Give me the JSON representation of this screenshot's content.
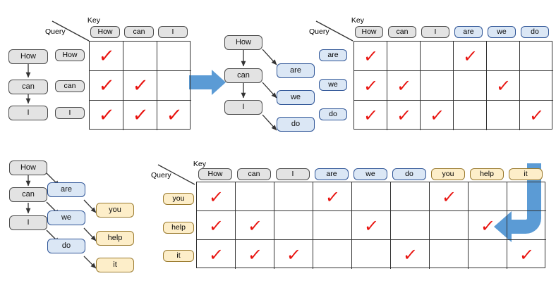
{
  "labels": {
    "key": "Key",
    "query": "Query"
  },
  "tokens": {
    "how": "How",
    "can": "can",
    "i": "I",
    "are": "are",
    "we": "we",
    "do": "do",
    "you": "you",
    "help": "help",
    "it": "it"
  },
  "colors": {
    "gray_fill": "#e3e3e3",
    "gray_border": "#4a4a4a",
    "blue_fill": "#dbe7f5",
    "blue_border": "#2f5597",
    "yellow_fill": "#fdeec9",
    "yellow_border": "#9a7a2e",
    "check": "#e8120e",
    "arrow_blue": "#5b9bd5",
    "grid_line": "#333333"
  },
  "panels": {
    "top_left_diagram": {
      "name": "sequence-diagram-step1",
      "nodes": [
        {
          "label": "How",
          "style": "gray"
        },
        {
          "label": "can",
          "style": "gray"
        },
        {
          "label": "I",
          "style": "gray"
        }
      ],
      "edges": [
        "How->can",
        "can->I"
      ]
    },
    "top_left_matrix": {
      "name": "attention-matrix-step1",
      "columns": [
        {
          "label": "How",
          "style": "gray"
        },
        {
          "label": "can",
          "style": "gray"
        },
        {
          "label": "I",
          "style": "gray"
        }
      ],
      "rows": [
        {
          "label": "How",
          "style": "gray",
          "checks": [
            true,
            false,
            false
          ]
        },
        {
          "label": "can",
          "style": "gray",
          "checks": [
            true,
            true,
            false
          ]
        },
        {
          "label": "I",
          "style": "gray",
          "checks": [
            true,
            true,
            true
          ]
        }
      ]
    },
    "arrow_right": {
      "name": "step-arrow-right",
      "direction": "right",
      "color": "#5b9bd5"
    },
    "top_middle_diagram": {
      "name": "sequence-diagram-step2",
      "nodes": [
        {
          "label": "How",
          "style": "gray"
        },
        {
          "label": "can",
          "style": "gray"
        },
        {
          "label": "I",
          "style": "gray"
        },
        {
          "label": "are",
          "style": "blue"
        },
        {
          "label": "we",
          "style": "blue"
        },
        {
          "label": "do",
          "style": "blue"
        }
      ],
      "edges": [
        "How->can",
        "can->I",
        "How->are",
        "can->we",
        "I->do"
      ]
    },
    "top_right_matrix": {
      "name": "attention-matrix-step2",
      "columns": [
        {
          "label": "How",
          "style": "gray"
        },
        {
          "label": "can",
          "style": "gray"
        },
        {
          "label": "I",
          "style": "gray"
        },
        {
          "label": "are",
          "style": "blue"
        },
        {
          "label": "we",
          "style": "blue"
        },
        {
          "label": "do",
          "style": "blue"
        }
      ],
      "rows": [
        {
          "label": "are",
          "style": "blue",
          "checks": [
            true,
            false,
            false,
            true,
            false,
            false
          ]
        },
        {
          "label": "we",
          "style": "blue",
          "checks": [
            true,
            true,
            false,
            false,
            true,
            false
          ]
        },
        {
          "label": "do",
          "style": "blue",
          "checks": [
            true,
            true,
            true,
            false,
            false,
            true
          ]
        }
      ]
    },
    "bottom_left_diagram": {
      "name": "sequence-diagram-step3",
      "nodes": [
        {
          "label": "How",
          "style": "gray"
        },
        {
          "label": "can",
          "style": "gray"
        },
        {
          "label": "I",
          "style": "gray"
        },
        {
          "label": "are",
          "style": "blue"
        },
        {
          "label": "we",
          "style": "blue"
        },
        {
          "label": "do",
          "style": "blue"
        },
        {
          "label": "you",
          "style": "yellow"
        },
        {
          "label": "help",
          "style": "yellow"
        },
        {
          "label": "it",
          "style": "yellow"
        }
      ],
      "edges": [
        "How->can",
        "can->I",
        "How->are",
        "can->we",
        "I->do",
        "are->you",
        "we->help",
        "do->it"
      ]
    },
    "bottom_matrix": {
      "name": "attention-matrix-step3",
      "columns": [
        {
          "label": "How",
          "style": "gray"
        },
        {
          "label": "can",
          "style": "gray"
        },
        {
          "label": "I",
          "style": "gray"
        },
        {
          "label": "are",
          "style": "blue"
        },
        {
          "label": "we",
          "style": "blue"
        },
        {
          "label": "do",
          "style": "blue"
        },
        {
          "label": "you",
          "style": "yellow"
        },
        {
          "label": "help",
          "style": "yellow"
        },
        {
          "label": "it",
          "style": "yellow"
        }
      ],
      "rows": [
        {
          "label": "you",
          "style": "yellow",
          "checks": [
            true,
            false,
            false,
            true,
            false,
            false,
            true,
            false,
            false
          ]
        },
        {
          "label": "help",
          "style": "yellow",
          "checks": [
            true,
            true,
            false,
            false,
            true,
            false,
            false,
            true,
            false
          ]
        },
        {
          "label": "it",
          "style": "yellow",
          "checks": [
            true,
            true,
            true,
            false,
            false,
            true,
            false,
            false,
            true
          ]
        }
      ]
    },
    "arrow_wrap": {
      "name": "step-arrow-wrap-left",
      "direction": "down-then-left",
      "color": "#5b9bd5"
    }
  }
}
